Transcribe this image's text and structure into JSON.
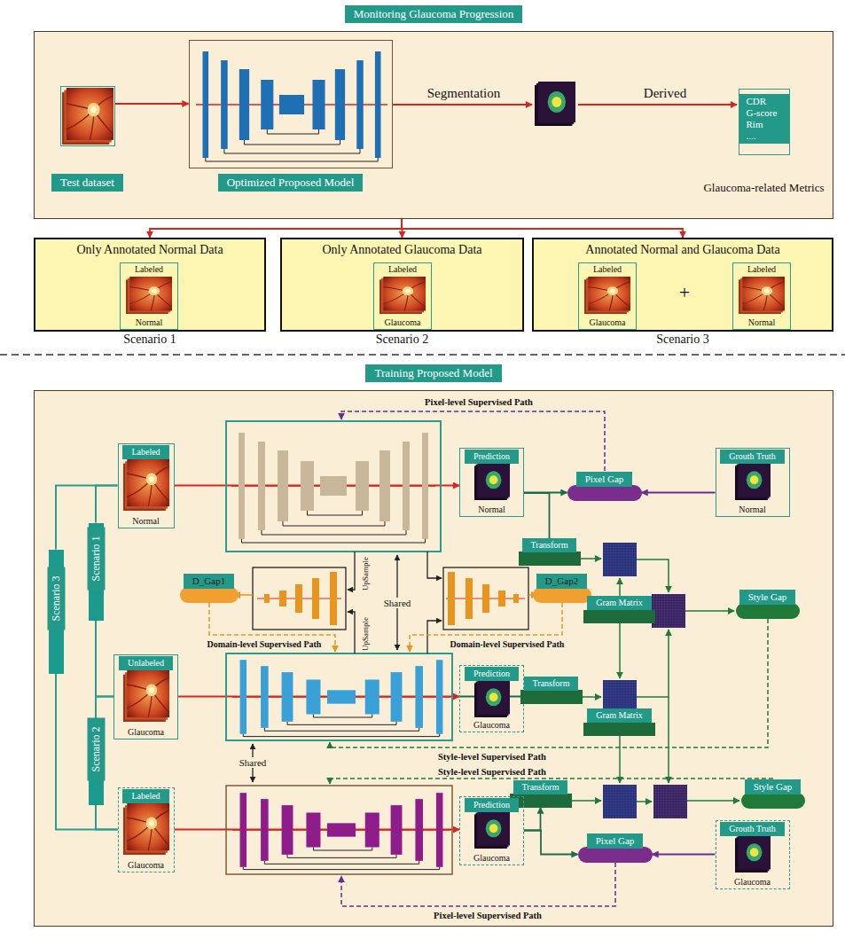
{
  "diagram": {
    "nodes": [
      {
        "text": [
          "Monitoring Glaucoma Progression"
        ]
      },
      {
        "text": [
          "Test dataset"
        ],
        "in": 0
      },
      {
        "text": [
          "Optimized Proposed Model"
        ],
        "in": 0
      },
      {
        "text": [
          "CDR G-score Rim ....",
          "Glaucoma-related Metrics"
        ],
        "in": 0
      },
      {
        "text": [
          "Only Annotated Normal Data",
          "Scenario 1"
        ]
      },
      {
        "text": [
          "Labeled",
          "Normal"
        ],
        "in": 4
      },
      {
        "text": [
          "Only Annotated Glaucoma Data",
          "Scenario 2"
        ]
      },
      {
        "text": [
          "Labeled",
          "Glaucoma"
        ],
        "in": 6
      },
      {
        "text": [
          "Annotated Normal and Glaucoma Data",
          "Scenario 3"
        ]
      },
      {
        "text": [
          "Labeled",
          "Glaucoma"
        ],
        "in": 8
      },
      {
        "text": [
          "Labeled",
          "Normal"
        ],
        "in": 8
      },
      {
        "text": [
          "Training Proposed Model"
        ]
      },
      {
        "text": [
          "Scenario 3"
        ],
        "in": 11
      },
      {
        "text": [
          "Scenario 1"
        ],
        "in": 11
      },
      {
        "text": [
          "Scenario 2"
        ],
        "in": 11
      },
      {
        "text": [
          "Labeled",
          "Normal"
        ],
        "in": 11
      },
      {
        "text": [
          "Unlabeled",
          "Glaucoma"
        ],
        "in": 11
      },
      {
        "text": [
          "Labeled",
          "Glaucoma"
        ],
        "in": 11
      },
      {
        "text": [
          "Prediction",
          "Normal"
        ],
        "in": 11
      },
      {
        "text": [
          "Pixel Gap"
        ],
        "in": 11
      },
      {
        "text": [
          "Grouth Truth",
          "Normal"
        ],
        "in": 11
      },
      {
        "text": [
          "Transform"
        ],
        "in": 11
      },
      {
        "text": [
          "D_Gap1"
        ],
        "in": 11
      },
      {
        "text": [
          "D_Gap2"
        ],
        "in": 11
      },
      {
        "text": [
          "Gram Matrix"
        ],
        "in": 11
      },
      {
        "text": [
          "Style Gap"
        ],
        "in": 11
      },
      {
        "text": [
          "Prediction",
          "Glaucoma"
        ],
        "in": 11
      },
      {
        "text": [
          "Transform"
        ],
        "in": 11
      },
      {
        "text": [
          "Gram Matrix"
        ],
        "in": 11
      },
      {
        "text": [
          "Transform"
        ],
        "in": 11
      },
      {
        "text": [
          "Style Gap"
        ],
        "in": 11
      },
      {
        "text": [
          "Prediction",
          "Glaucoma"
        ],
        "in": 11
      },
      {
        "text": [
          "Pixel Gap"
        ],
        "in": 11
      },
      {
        "text": [
          "Grouth Truth",
          "Glaucoma"
        ],
        "in": 11
      }
    ],
    "edges": [
      {
        "from": 1,
        "to": 2,
        "arrow": "to"
      },
      {
        "from": 0,
        "to": 4,
        "arrow": "to"
      },
      {
        "from": 0,
        "to": 6,
        "arrow": "to"
      },
      {
        "from": 0,
        "to": 8,
        "arrow": "to"
      },
      {
        "from": 12,
        "to": 15,
        "arrow": "none"
      },
      {
        "from": 12,
        "to": 17,
        "arrow": "none"
      },
      {
        "from": 13,
        "to": 15,
        "arrow": "none"
      },
      {
        "from": 13,
        "to": 16,
        "arrow": "none"
      },
      {
        "from": 14,
        "to": 16,
        "arrow": "none"
      },
      {
        "from": 14,
        "to": 17,
        "arrow": "none"
      },
      {
        "from": 15,
        "to": 18,
        "arrow": "to"
      },
      {
        "from": 16,
        "to": 26,
        "arrow": "to"
      },
      {
        "from": 17,
        "to": 31,
        "arrow": "to"
      },
      {
        "from": 18,
        "to": 19,
        "arrow": "to"
      },
      {
        "from": 20,
        "to": 19,
        "arrow": "to"
      },
      {
        "from": 18,
        "to": 21,
        "arrow": "to"
      },
      {
        "from": 26,
        "to": 27,
        "arrow": "to"
      },
      {
        "from": 31,
        "to": 29,
        "arrow": "to"
      },
      {
        "from": 31,
        "to": 32,
        "arrow": "to"
      },
      {
        "from": 33,
        "to": 32,
        "arrow": "to"
      }
    ],
    "labels": [
      "Segmentation",
      "Derived",
      "+",
      "Pixel-level Supervised Path",
      "UpSample",
      "UpSample",
      "Shared",
      "Domain-level Supervised Path",
      "Domain-level Supervised Path",
      "Style-level Supervised Path",
      "Style-level Supervised Path",
      "Shared",
      "Pixel-level Supervised Path"
    ]
  }
}
